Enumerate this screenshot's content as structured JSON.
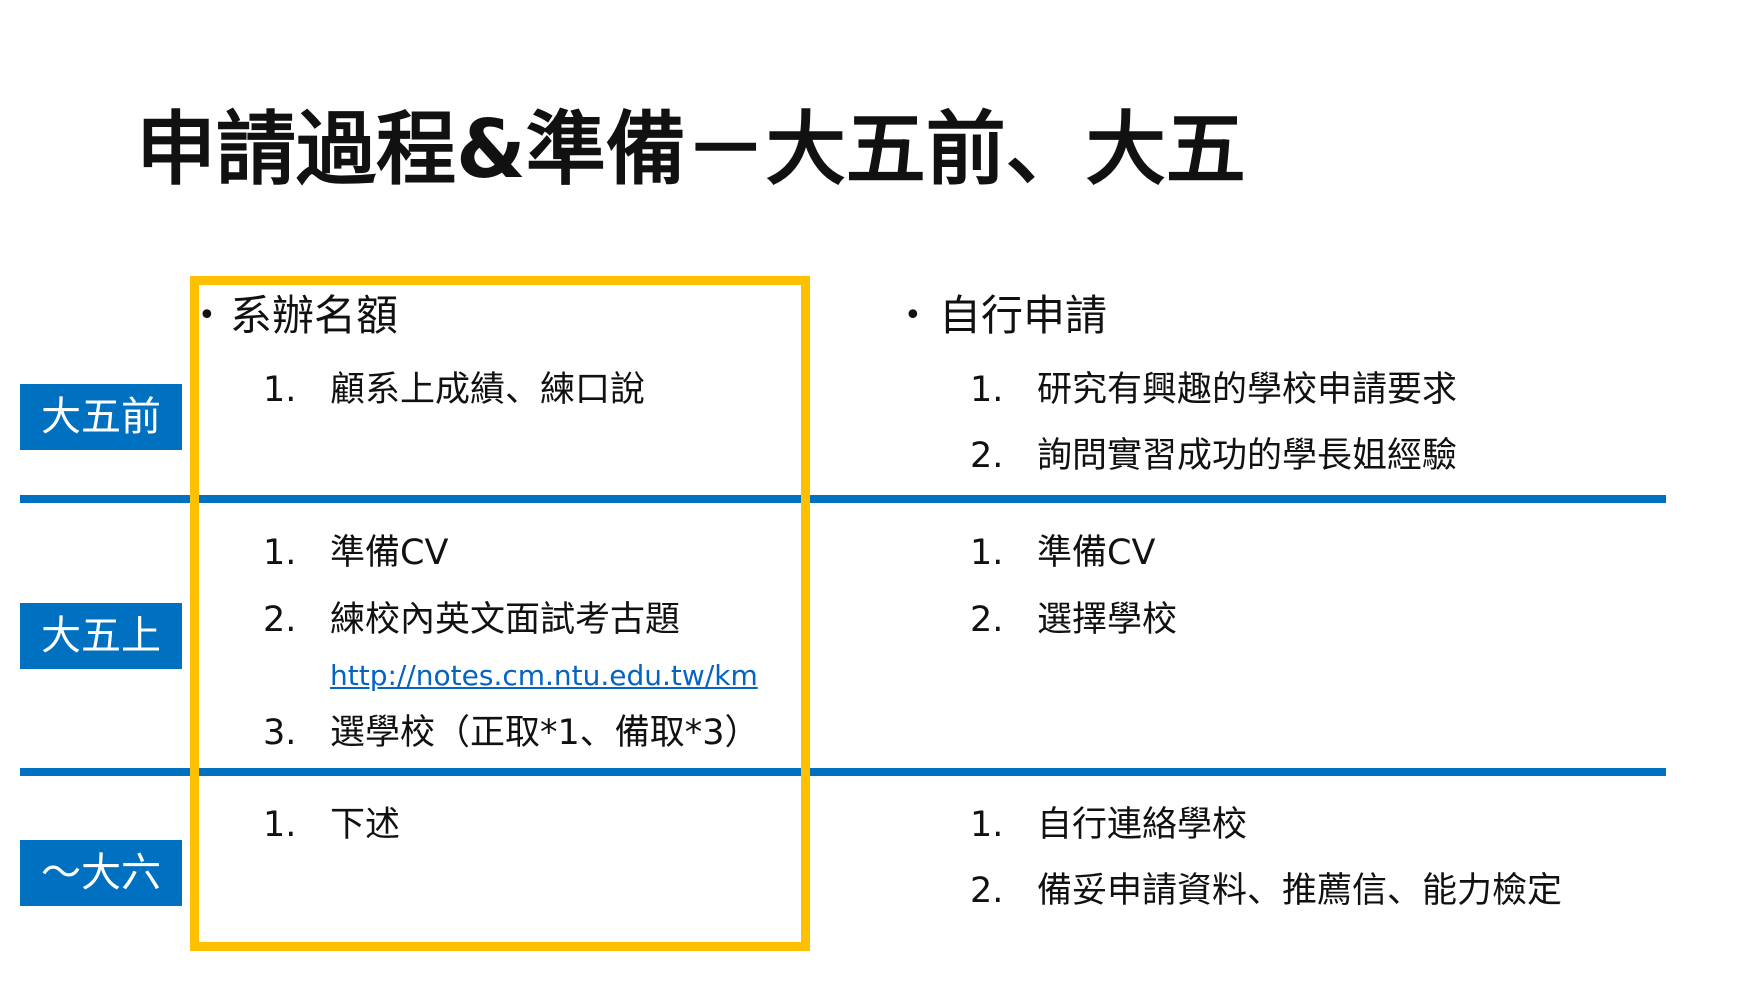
{
  "title": "申請過程&準備－大五前、大五",
  "row_labels": [
    "大五前",
    "大五上",
    "～大六"
  ],
  "left": {
    "heading": "系辦名額",
    "pre": [
      {
        "n": "1.",
        "t": "顧系上成績、練口說"
      }
    ],
    "upper": [
      {
        "n": "1.",
        "t": "準備CV"
      },
      {
        "n": "2.",
        "t": "練校內英文面試考古題"
      },
      {
        "n": "3.",
        "t": "選學校（正取*1、備取*3）"
      }
    ],
    "link": "http://notes.cm.ntu.edu.tw/km",
    "later": [
      {
        "n": "1.",
        "t": "下述"
      }
    ]
  },
  "right": {
    "heading": "自行申請",
    "pre": [
      {
        "n": "1.",
        "t": "研究有興趣的學校申請要求"
      },
      {
        "n": "2.",
        "t": "詢問實習成功的學長姐經驗"
      }
    ],
    "upper": [
      {
        "n": "1.",
        "t": "準備CV"
      },
      {
        "n": "2.",
        "t": "選擇學校"
      }
    ],
    "later": [
      {
        "n": "1.",
        "t": "自行連絡學校"
      },
      {
        "n": "2.",
        "t": "備妥申請資料、推薦信、能力檢定"
      }
    ]
  },
  "colors": {
    "blue": "#0070c0",
    "yellow": "#ffc000",
    "link": "#0563c1"
  }
}
